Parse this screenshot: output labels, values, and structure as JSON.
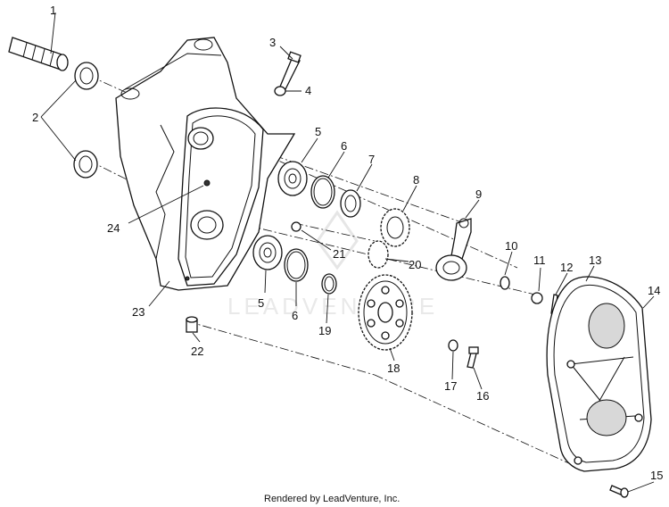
{
  "callouts": {
    "c1": "1",
    "c2": "2",
    "c3": "3",
    "c4": "4",
    "c5a": "5",
    "c5b": "5",
    "c6a": "6",
    "c6b": "6",
    "c7": "7",
    "c8": "8",
    "c9": "9",
    "c10": "10",
    "c11": "11",
    "c12": "12",
    "c13": "13",
    "c14": "14",
    "c15": "15",
    "c16": "16",
    "c17": "17",
    "c18": "18",
    "c19": "19",
    "c20": "20",
    "c21": "21",
    "c22": "22",
    "c23": "23",
    "c24": "24"
  },
  "watermark": "LEADVENTURE",
  "footer": "Rendered by LeadVenture, Inc."
}
